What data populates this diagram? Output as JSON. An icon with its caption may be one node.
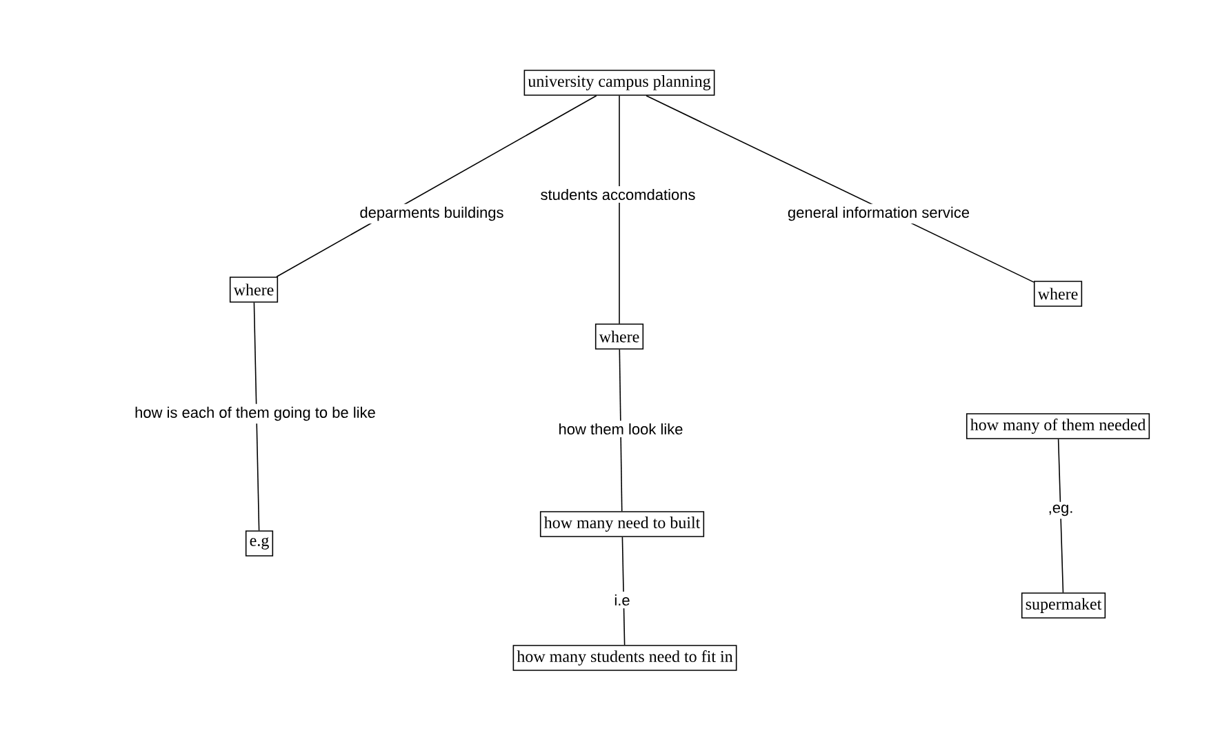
{
  "diagram": {
    "nodes": [
      {
        "text": [
          "university campus planning"
        ]
      },
      {
        "text": [
          "where"
        ]
      },
      {
        "text": [
          "where"
        ]
      },
      {
        "text": [
          "where"
        ]
      },
      {
        "text": [
          "e.g"
        ]
      },
      {
        "text": [
          "how many need to built"
        ]
      },
      {
        "text": [
          "how many students need to fit in"
        ]
      },
      {
        "text": [
          "how many of them needed"
        ]
      },
      {
        "text": [
          "supermaket"
        ]
      }
    ],
    "edges": [
      {
        "from": 0,
        "to": 1,
        "arrow": "none",
        "label": "deparments buildings"
      },
      {
        "from": 0,
        "to": 2,
        "arrow": "none",
        "label": "students accomdations"
      },
      {
        "from": 0,
        "to": 3,
        "arrow": "none",
        "label": "general information service"
      },
      {
        "from": 1,
        "to": 4,
        "arrow": "none",
        "label": "how is each of them going to be like"
      },
      {
        "from": 2,
        "to": 5,
        "arrow": "none",
        "label": "how them look like"
      },
      {
        "from": 5,
        "to": 6,
        "arrow": "none",
        "label": "i.e"
      },
      {
        "from": 7,
        "to": 8,
        "arrow": "none",
        "label": ",eg."
      }
    ]
  }
}
